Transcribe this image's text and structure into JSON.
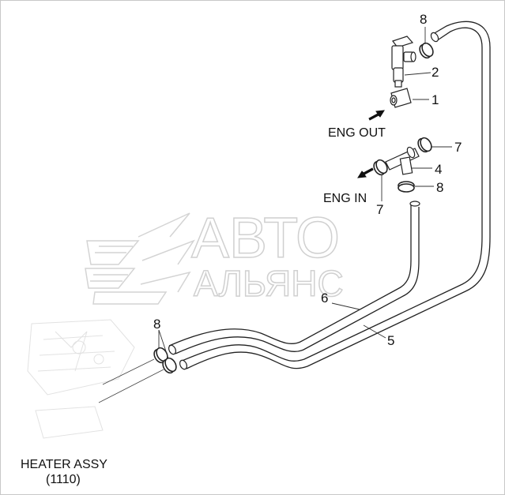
{
  "watermark": {
    "line1": "АВТО",
    "line2": "АЛЬЯНС"
  },
  "labels": {
    "eng_out": "ENG OUT",
    "eng_in": "ENG IN",
    "heater_assy": "HEATER ASSY",
    "heater_code": "(1110)"
  },
  "callouts": {
    "c1": "1",
    "c2": "2",
    "c4": "4",
    "c5": "5",
    "c6": "6",
    "c7a": "7",
    "c7b": "7",
    "c8a": "8",
    "c8b": "8",
    "c8c": "8"
  }
}
